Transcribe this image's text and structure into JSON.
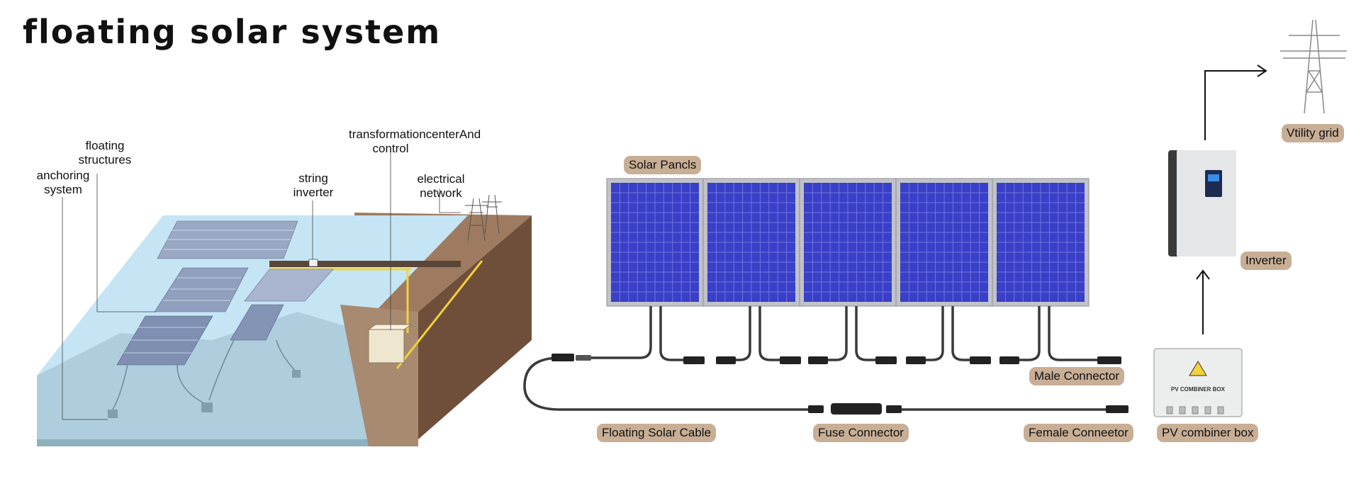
{
  "title": "floating solar system",
  "left_diagram": {
    "labels": {
      "anchoring": "anchoring\nsystem",
      "floating": "floating\nstructures",
      "string_inverter": "string\ninverter",
      "transformation": "transformationcenterAnd\ncontrol",
      "electrical": "electrical\nnetwork"
    }
  },
  "right_diagram": {
    "labels": {
      "solar_panels": "Solar Pancls",
      "male_connector": "Male Connector",
      "floating_cable": "Floating Solar Cable",
      "fuse_connector": "Fuse Connector",
      "female_connector": "Female Conneetor",
      "pv_combiner": "PV combiner box",
      "inverter": "Inverter",
      "utility_grid": "Vtility grid",
      "combiner_box_text": "PV COMBINER BOX"
    }
  },
  "colors": {
    "label_bg": "#c8ae95",
    "panel_blue": "#3a3fc7",
    "water": "#bfe0f2",
    "earth": "#7a5a43"
  }
}
